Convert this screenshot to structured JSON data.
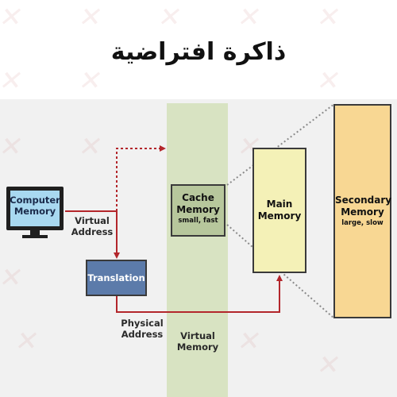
{
  "title": "ذاكرة افتراضية",
  "colors": {
    "background": "#ffffff",
    "panel": "#f1f1f1",
    "virtual_memory_column": "#d8e3c2",
    "cache_box": "#b7c79c",
    "main_memory_box": "#f4f1b7",
    "secondary_memory_box": "#f8d793",
    "translation_box": "#5c7baa",
    "monitor_screen": "#a8d8f0",
    "arrow": "#b3262b",
    "dotted_connector": "#8a8a8a"
  },
  "diagram": {
    "computer_memory": {
      "line1": "Computer",
      "line2": "Memory",
      "icon": "monitor-icon"
    },
    "virtual_address": {
      "line1": "Virtual",
      "line2": "Address"
    },
    "translation": {
      "label": "Translation"
    },
    "physical_address": {
      "line1": "Physical",
      "line2": "Address"
    },
    "virtual_memory": {
      "line1": "Virtual",
      "line2": "Memory"
    },
    "cache_memory": {
      "line1": "Cache",
      "line2": "Memory",
      "note": "small, fast"
    },
    "main_memory": {
      "line1": "Main",
      "line2": "Memory"
    },
    "secondary_memory": {
      "line1": "Secondary",
      "line2": "Memory",
      "note": "large, slow"
    }
  }
}
